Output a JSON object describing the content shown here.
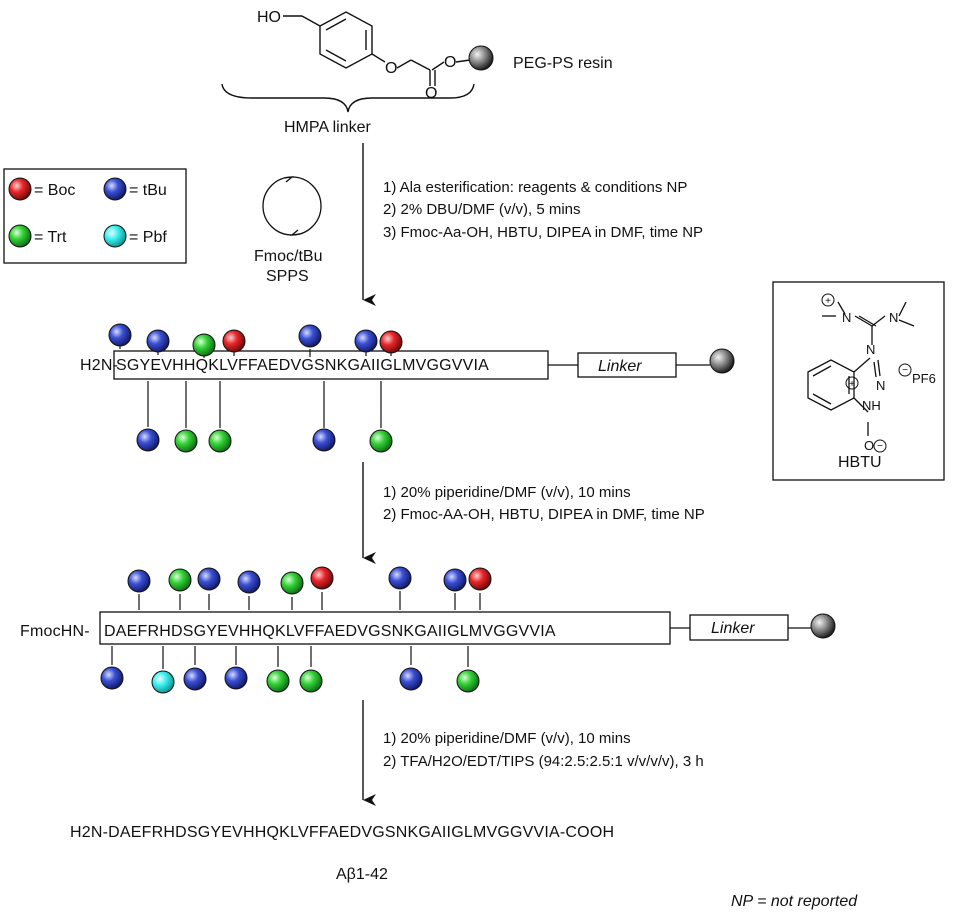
{
  "top": {
    "hmpa_label": "HMPA linker",
    "resin_label": "PEG-PS resin",
    "ho": "HO",
    "o1": "O",
    "o2": "O",
    "o3": "O"
  },
  "legend": {
    "items": [
      {
        "label": "= Boc",
        "color": "#e8262a"
      },
      {
        "label": "= tBu",
        "color": "#3a4fd4"
      },
      {
        "label": "= Trt",
        "color": "#35d235"
      },
      {
        "label": "= Pbf",
        "color": "#3ff0f0"
      }
    ]
  },
  "cycle": {
    "line1": "Fmoc/tBu",
    "line2": "SPPS"
  },
  "step1": [
    "1) Ala esterification: reagents & conditions NP",
    "2) 2% DBU/DMF (v/v), 5 mins",
    "3) Fmoc-Aa-OH, HBTU, DIPEA in DMF, time NP"
  ],
  "peptide1": {
    "nterm": "H2N-",
    "sequence": "SGYEVHHQKLVFFAEDVGSNKGAIIGLMVGGVVIA",
    "linker": "Linker"
  },
  "hbtu": {
    "label": "HBTU",
    "counter_ion": "PF6"
  },
  "step2": [
    "1) 20% piperidine/DMF (v/v), 10 mins",
    "2) Fmoc-AA-OH, HBTU, DIPEA in DMF, time NP"
  ],
  "peptide2": {
    "nterm": "FmocHN-",
    "sequence": "DAEFRHDSGYEVHHQKLVFFAEDVGSNKGAIIGLMVGGVVIA",
    "linker": "Linker"
  },
  "step3": [
    "1) 20% piperidine/DMF (v/v), 10 mins",
    "2) TFA/H2O/EDT/TIPS (94:2.5:2.5:1 v/v/v/v), 3 h"
  ],
  "product": {
    "sequence": "H2N-DAEFRHDSGYEVHHQKLVFFAEDVGSNKGAIIGLMVGGVVIA-COOH",
    "name": "Aβ1-42"
  },
  "footnote": "NP = not reported"
}
